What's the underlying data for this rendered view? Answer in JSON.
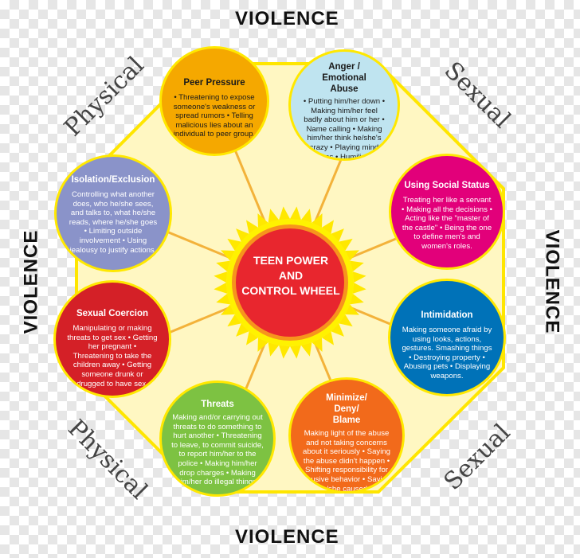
{
  "labels": {
    "violence_top": "VIOLENCE",
    "violence_bottom": "VIOLENCE",
    "violence_left": "VIOLENCE",
    "violence_right": "VIOLENCE",
    "physical_top": "Physical",
    "physical_bottom": "Physical",
    "sexual_top": "Sexual",
    "sexual_bottom": "Sexual"
  },
  "center": {
    "line1": "TEEN POWER",
    "line2": "AND",
    "line3": "CONTROL WHEEL"
  },
  "sections": {
    "peer": {
      "title": "Peer Pressure",
      "body": "• Threatening to expose someone's weakness or spread rumors • Telling malicious lies about an individual to peer group."
    },
    "anger": {
      "title": "Anger / Emotional Abuse",
      "body": "• Putting him/her down • Making him/her feel badly about him or her • Name calling • Making him/her think he/she's crazy • Playing mind games • Humiliating him/her • Making him/her feel guilty."
    },
    "social": {
      "title": "Using Social Status",
      "body": "Treating her like a servant • Making all the decisions • Acting like the \"master of the castle\" • Being the one to define men's and women's roles."
    },
    "intimidation": {
      "title": "Intimidation",
      "body": "Making someone afraid by using looks, actions, gestures. Smashing things • Destroying property • Abusing pets • Displaying weapons."
    },
    "minimize": {
      "title": "Minimize/ Deny/ Blame",
      "body": "Making light of the abuse and not taking concerns about it seriously • Saying the abuse didn't happen • Shifting responsibility for abusive behavior • Saying he/she caused it."
    },
    "threats": {
      "title": "Threats",
      "body": "Making and/or carrying out threats to do something to hurt another • Threatening to leave, to commit suicide, to report him/her to the police • Making him/her drop charges • Making him/her do illegal things."
    },
    "sexual": {
      "title": "Sexual Coercion",
      "body": "Manipulating or making threats to get sex • Getting her pregnant • Threatening to take the children away • Getting someone drunk or drugged to have sex."
    },
    "isolation": {
      "title": "Isolation/Exclusion",
      "body": "Controlling what another does, who he/she sees, and talks to, what he/she reads, where he/she goes • Limiting outside involvement • Using jealousy to justify actions."
    }
  },
  "colors": {
    "peer": "#f5a800",
    "anger": "#bfe4f0",
    "social": "#e2007a",
    "intimidation": "#0072b8",
    "minimize": "#f26a1b",
    "threats": "#7dc242",
    "sexual": "#d42027",
    "isolation": "#8a93c9",
    "ring": "#ffe800",
    "hub": "#e8262e"
  }
}
